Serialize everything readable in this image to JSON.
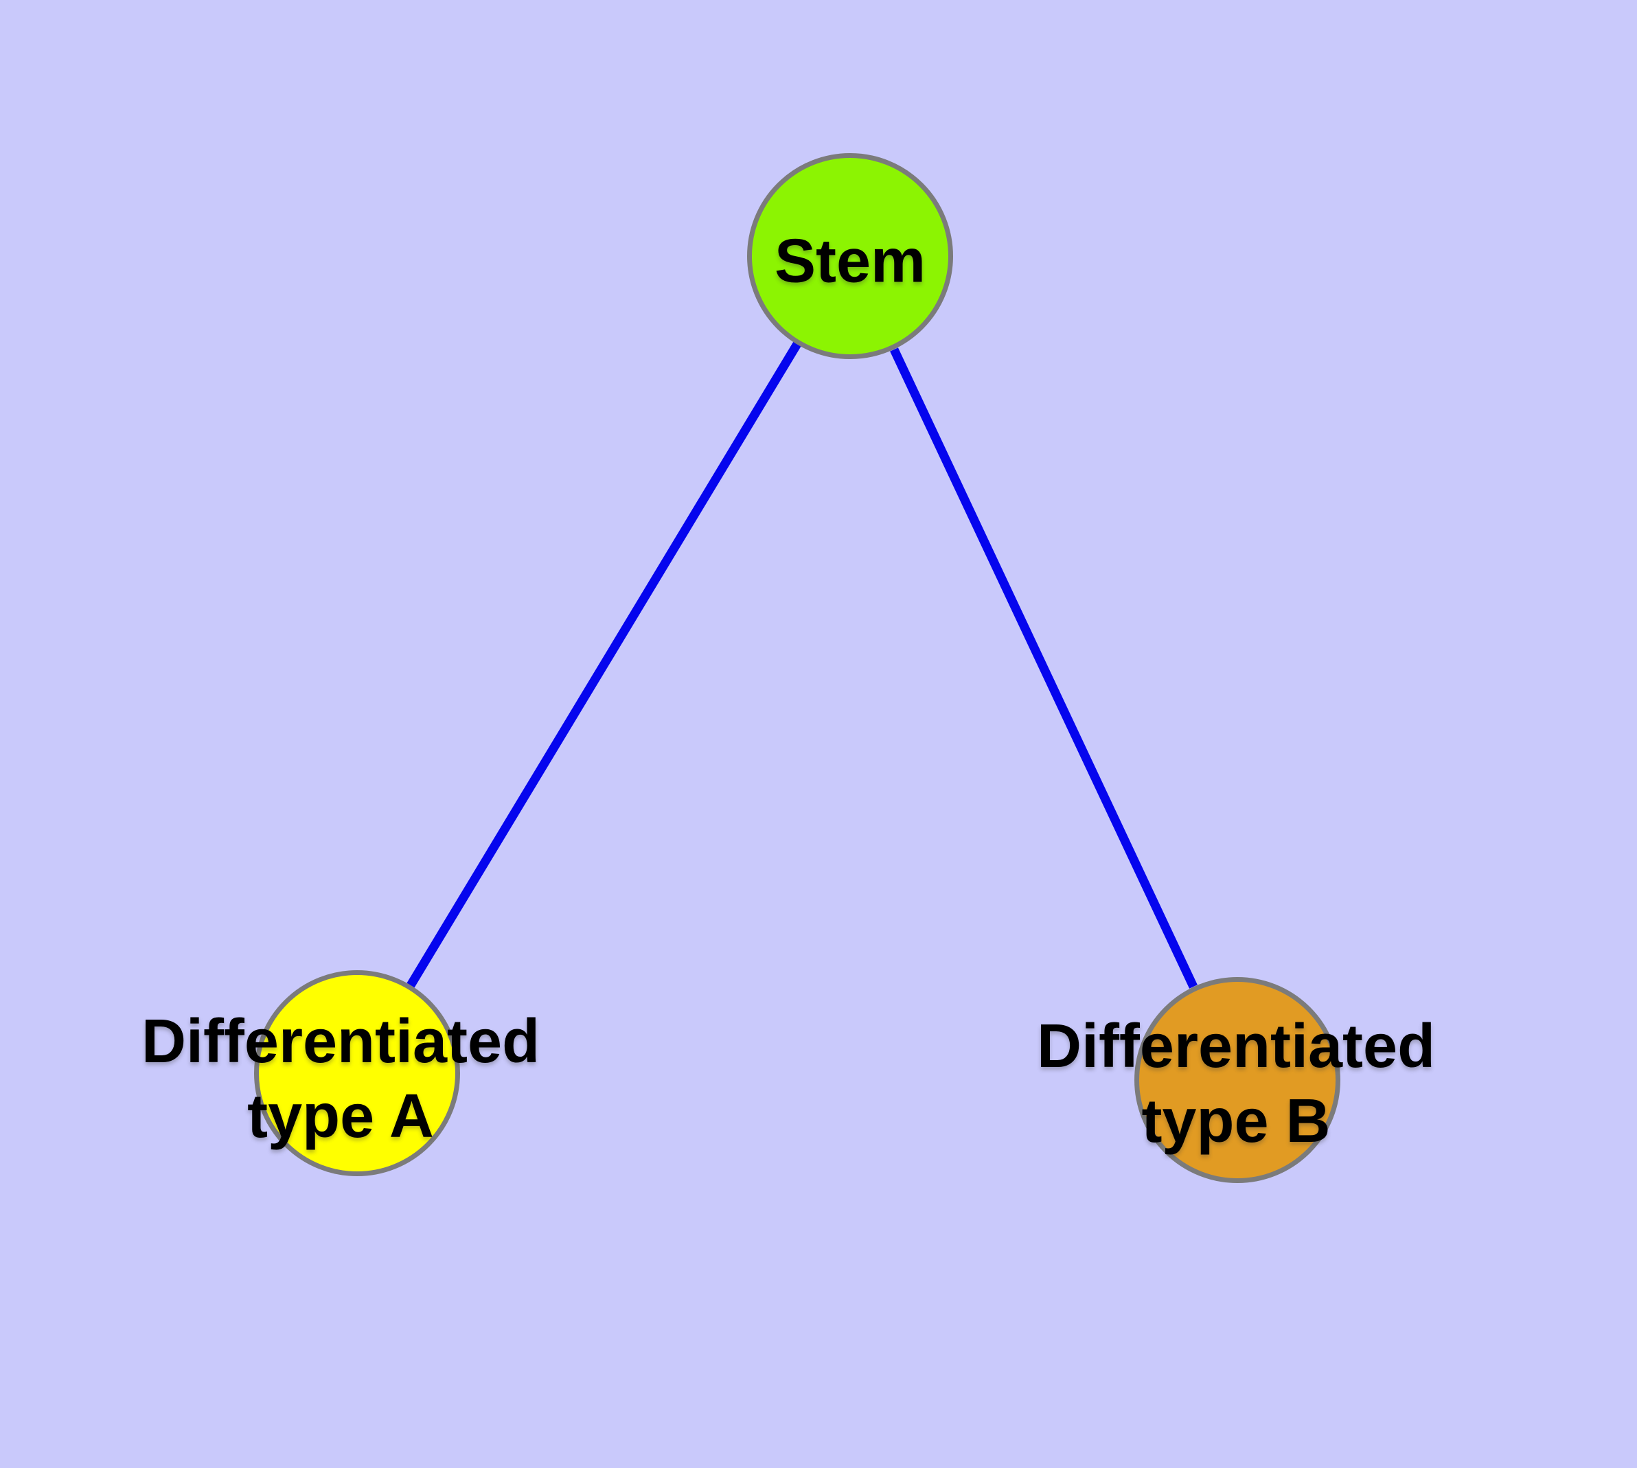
{
  "diagram": {
    "background_color": "#C9C9FB",
    "edge_color": "#0505EE",
    "node_border_color": "#7B7B7B",
    "text_color": "#000000",
    "nodes": [
      {
        "id": "stem",
        "label": "Stem",
        "fill": "#8CF402"
      },
      {
        "id": "type-a",
        "label": "Differentiated\ntype A",
        "fill": "#FFFF00"
      },
      {
        "id": "type-b",
        "label": "Differentiated\ntype B",
        "fill": "#E19B23"
      }
    ],
    "edges": [
      {
        "from": "stem",
        "to": "type-a"
      },
      {
        "from": "stem",
        "to": "type-b"
      }
    ]
  }
}
